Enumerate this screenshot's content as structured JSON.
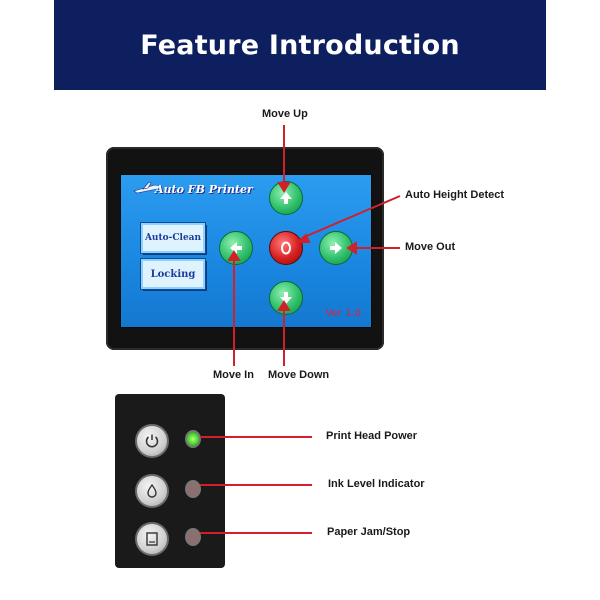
{
  "header": {
    "title": "Feature Introduction"
  },
  "screen": {
    "app_title": "Auto FB Printer",
    "auto_clean_label": "Auto-Clean",
    "locking_label": "Locking",
    "version": "Ver 1.0"
  },
  "labels": {
    "move_up": "Move Up",
    "auto_height_detect": "Auto Height Detect",
    "move_out": "Move Out",
    "move_in": "Move In",
    "move_down": "Move Down",
    "print_head_power": "Print Head Power",
    "ink_level_indicator": "Ink Level Indicator",
    "paper_jam_stop": "Paper Jam/Stop"
  },
  "colors": {
    "header_bg": "#0d1f5e",
    "screen_bg": "#1a86e0",
    "leader_line": "#d0202a",
    "led_green": "#3fd02b"
  },
  "icons": [
    "plane-icon",
    "arrow-up-icon",
    "arrow-left-icon",
    "arrow-right-icon",
    "arrow-down-icon",
    "stop-icon",
    "power-icon",
    "ink-drop-icon",
    "paper-icon"
  ]
}
